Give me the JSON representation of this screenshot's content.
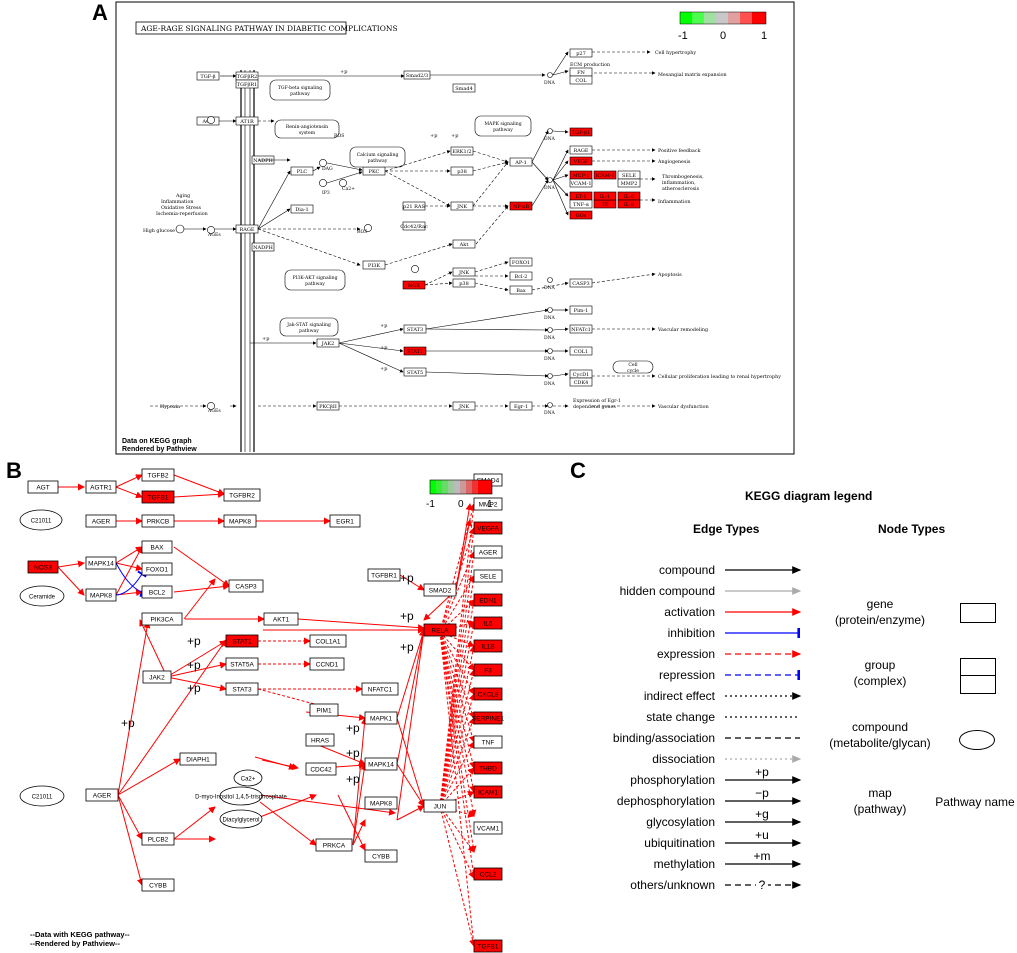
{
  "panels": {
    "a": "A",
    "b": "B",
    "c": "C"
  },
  "panel_a": {
    "title": "AGE-RAGE SIGNALING PATHWAY IN DIABETIC COMPLICATIONS",
    "footer_line1": "Data on KEGG graph",
    "footer_line2": "Rendered by Pathview",
    "scale": {
      "min": "-1",
      "mid": "0",
      "max": "1"
    },
    "nodes": {
      "tgfb": "TGF-β",
      "tgfbr2": "TGFβR2",
      "tgfbr1": "TGFβR1",
      "smad": "Smad2/3",
      "smad4": "Smad4",
      "agt": "AGT",
      "at1r": "AT1R",
      "nadph1": "NADPH",
      "nadph2": "NADPH",
      "rage": "RAGE",
      "plc": "PLC",
      "dag": "DAG",
      "ip3": "IP3",
      "ca": "Ca2+",
      "pkc": "PKC",
      "dia1": "Dia-1",
      "ros1": "ROS",
      "ros2": "ROS",
      "erk": "ERK1/2",
      "p38a": "p38",
      "jnk1": "JNK",
      "p21ras": "p21 RAS",
      "cdc42": "Cdc42/Rac",
      "akt": "Akt",
      "pi3k": "PI3K",
      "ap1": "AP-1",
      "nfkb": "NF-κB",
      "p27": "p27",
      "fn": "FN",
      "col": "COL",
      "tgfb1": "TGF-β1",
      "rage2": "RAGE",
      "vegf": "VEGF",
      "mcp1": "MCP-1",
      "vcam": "VCAM-1",
      "icam": "ICAM-1",
      "sele": "SELE",
      "mmp2": "MMP2",
      "et1": "ET-1",
      "tf": "TF",
      "tnfa": "TNF-α",
      "il1": "IL-1",
      "il6": "IL-6",
      "il8": "IL-8",
      "gos": "GOs",
      "jnk2": "JNK",
      "p38b": "p38",
      "foxo1": "FOXO1",
      "bcl2": "Bcl-2",
      "bax": "Bax",
      "casp3": "CASP3",
      "pim1": "Pim-1",
      "nfatc1": "NFATc1",
      "jak2": "JAK2",
      "stat3": "STAT3",
      "stat1": "STAT1",
      "stat5": "STAT5",
      "col1": "COL1",
      "cycd1": "CycD1",
      "cdk4": "CDK4",
      "pkcb": "PKCβII",
      "jnk3": "JNK",
      "egr1": "Egr-1",
      "ages": "AGEs",
      "ages2": "AGEs",
      "nox": "NOX"
    },
    "labels": {
      "tgfb_path": "TGF-beta signaling pathway",
      "ras": "Renin-angiotensin system",
      "calcium": "Calcium signaling pathway",
      "mapk": "MAPK signaling pathway",
      "pi3k_path": "PI3K-AKT signaling pathway",
      "jakstat": "Jak-STAT signaling pathway",
      "cellcycle": "Cell cycle",
      "ecm": "ECM production",
      "cell_hyper": "Cell hypertrophy",
      "mesangial": "Mesangial matrix expansion",
      "pos_feedback": "Positive feedback",
      "angiogenesis": "Angiogenesis",
      "thrombo1": "Thrombogenesis,",
      "thrombo2": "inflammation,",
      "thrombo3": "atherosclerosis",
      "inflammation": "Inflammation",
      "apoptosis": "Apoptosis",
      "vascular": "Vascular remodeling",
      "proliferation": "Cellular proliferation leading to renal hypertrophy",
      "egr_expr1": "Expression of Egr-1",
      "egr_expr2": "dependend genes",
      "vasc_dys": "Vascular dysfunction",
      "aging1": "Aging",
      "aging2": "Inflammation",
      "aging3": "Oxidative Stress",
      "aging4": "Ischemia-reperfusion",
      "hyperglycemia": "High glucose",
      "hypoxia": "Hypoxia",
      "dna": "DNA",
      "p": "+p"
    }
  },
  "panel_b": {
    "footer_line1": "--Data with KEGG pathway--",
    "footer_line2": "--Rendered  by  Pathview--",
    "scale": {
      "min": "-1",
      "mid": "0",
      "max": "1"
    },
    "nodes": {
      "agt": "AGT",
      "agtr1": "AGTR1",
      "tgfb2": "TGFB2",
      "tgfb1": "TGFB1",
      "tgfbr2": "TGFBR2",
      "c21011a": "C21011",
      "ager1": "AGER",
      "prkcb": "PRKCB",
      "mapk8a": "MAPK8",
      "egr1": "EGR1",
      "nos3": "NOS3",
      "mapk14a": "MAPK14",
      "mapk8b": "MAPK8",
      "ceramide": "Ceramide",
      "bax": "BAX",
      "foxo1": "FOXO1",
      "bcl2": "BCL2",
      "casp3": "CASP3",
      "pik3ca": "PIK3CA",
      "akt1": "AKT1",
      "tgfbr1": "TGFBR1",
      "smad2": "SMAD2",
      "smad4": "SMAD4",
      "mmp2": "MMP2",
      "vegfa": "VEGFA",
      "ager2": "AGER",
      "sele": "SELE",
      "edn1": "EDN1",
      "il6": "IL6",
      "il1b": "IL1B",
      "f3": "F3",
      "cxcl8": "CXCL8",
      "serpine1": "SERPINE1",
      "tnf": "TNF",
      "thbd": "THBD",
      "icam1": "ICAM1",
      "vcam1": "VCAM1",
      "ccl2": "CCL2",
      "tgfb1b": "TGFB1",
      "stat1": "STAT1",
      "stat5a": "STAT5A",
      "stat3": "STAT3",
      "col1a1": "COL1A1",
      "ccnd1": "CCND1",
      "nfatc1": "NFATC1",
      "pim1": "PIM1",
      "jak2": "JAK2",
      "rela": "RELA",
      "mapk1": "MAPK1",
      "hras": "HRAS",
      "mapk14b": "MAPK14",
      "cdc42": "CDC42",
      "mapk8c": "MAPK8",
      "jun": "JUN",
      "diaph1": "DIAPH1",
      "c21011b": "C21011",
      "ager3": "AGER",
      "plcb2": "PLCB2",
      "ca": "Ca2+",
      "ip3": "D-myo-Inositol 1,4,5-trisphosphate",
      "dag": "Diacylglycerol",
      "prkca": "PRKCA",
      "cybb1": "CYBB",
      "cybb2": "CYBB"
    },
    "edge_labels": {
      "p": "+p"
    }
  },
  "panel_c": {
    "title": "KEGG diagram legend",
    "edge_header": "Edge Types",
    "node_header": "Node Types",
    "edges": [
      {
        "label": "compound",
        "color": "#000000",
        "style": "solid",
        "head": "arrow",
        "mark": ""
      },
      {
        "label": "hidden compound",
        "color": "#aaaaaa",
        "style": "solid",
        "head": "arrow",
        "mark": ""
      },
      {
        "label": "activation",
        "color": "#ff0000",
        "style": "solid",
        "head": "arrow",
        "mark": ""
      },
      {
        "label": "inhibition",
        "color": "#0000ff",
        "style": "solid",
        "head": "bar",
        "mark": ""
      },
      {
        "label": "expression",
        "color": "#ff0000",
        "style": "dashed",
        "head": "arrow",
        "mark": ""
      },
      {
        "label": "repression",
        "color": "#0000ff",
        "style": "dashed",
        "head": "bar",
        "mark": ""
      },
      {
        "label": "indirect effect",
        "color": "#000000",
        "style": "dotted",
        "head": "arrow",
        "mark": ""
      },
      {
        "label": "state change",
        "color": "#000000",
        "style": "dotted",
        "head": "none",
        "mark": ""
      },
      {
        "label": "binding/association",
        "color": "#000000",
        "style": "dashed",
        "head": "none",
        "mark": ""
      },
      {
        "label": "dissociation",
        "color": "#aaaaaa",
        "style": "dotted",
        "head": "arrow",
        "mark": ""
      },
      {
        "label": "phosphorylation",
        "color": "#000000",
        "style": "solid",
        "head": "arrow",
        "mark": "+p"
      },
      {
        "label": "dephosphorylation",
        "color": "#000000",
        "style": "solid",
        "head": "arrow",
        "mark": "−p"
      },
      {
        "label": "glycosylation",
        "color": "#000000",
        "style": "solid",
        "head": "arrow",
        "mark": "+g"
      },
      {
        "label": "ubiquitination",
        "color": "#000000",
        "style": "solid",
        "head": "arrow",
        "mark": "+u"
      },
      {
        "label": "methylation",
        "color": "#000000",
        "style": "solid",
        "head": "arrow",
        "mark": "+m"
      },
      {
        "label": "others/unknown",
        "color": "#000000",
        "style": "dashed",
        "head": "arrow",
        "mark": "?"
      }
    ],
    "nodes": {
      "gene_1": "gene",
      "gene_2": "(protein/enzyme)",
      "group_1": "group",
      "group_2": "(complex)",
      "compound_1": "compound",
      "compound_2": "(metabolite/glycan)",
      "map_1": "map",
      "map_2": "(pathway)",
      "map_name": "Pathway name"
    }
  },
  "colors": {
    "up": "#ff0000",
    "edge_red": "#ff0000",
    "inhibit": "#0000ff"
  }
}
